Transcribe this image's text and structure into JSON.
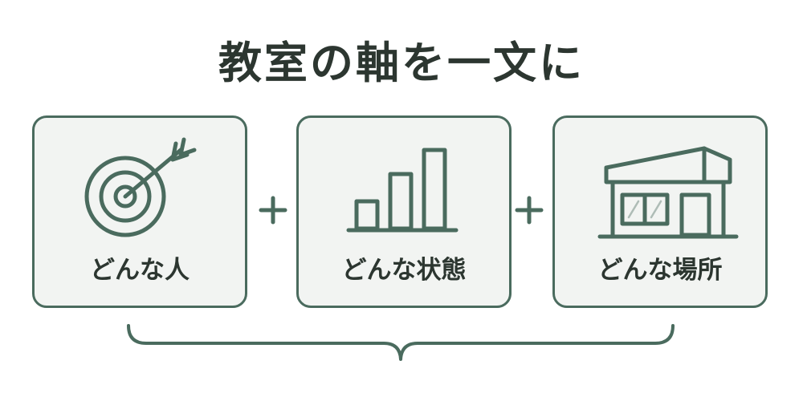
{
  "title": "教室の軸を一文に",
  "cards": [
    {
      "label": "どんな人",
      "icon": "target-arrow-icon"
    },
    {
      "label": "どんな状態",
      "icon": "bar-chart-icon"
    },
    {
      "label": "どんな場所",
      "icon": "building-icon"
    }
  ],
  "operators": [
    "plus-icon",
    "plus-icon"
  ],
  "colors": {
    "accent": "#4a6b5e",
    "card_background": "#f2f4f2",
    "text": "#2c3630"
  }
}
